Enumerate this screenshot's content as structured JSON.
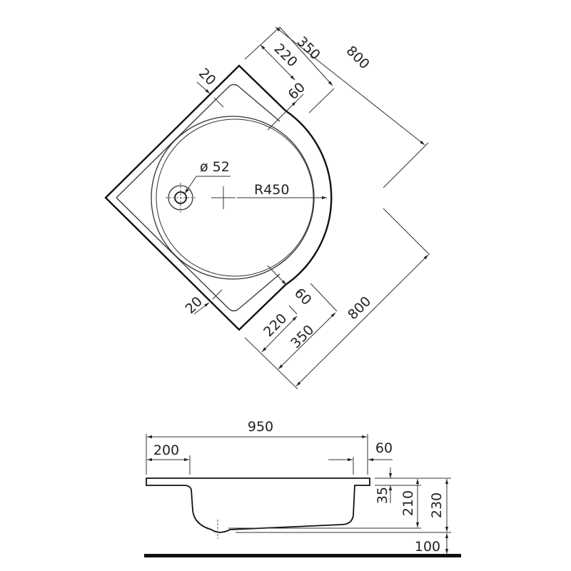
{
  "top_view": {
    "dims": {
      "d800_top": "800",
      "d350_top": "350",
      "d220_top": "220",
      "d60_top": "60",
      "d20_top": "20",
      "d800_bottom": "800",
      "d350_bottom": "350",
      "d220_bottom": "220",
      "d60_bottom": "60",
      "d20_bottom": "20",
      "drain": "ø 52",
      "radius": "R450"
    }
  },
  "side_view": {
    "dims": {
      "width": "950",
      "left_rim": "200",
      "right_rim": "60",
      "rim_height": "35",
      "inner_depth": "210",
      "total_height": "230",
      "floor_gap": "100"
    }
  },
  "colors": {
    "line": "#111111",
    "background": "#ffffff"
  }
}
